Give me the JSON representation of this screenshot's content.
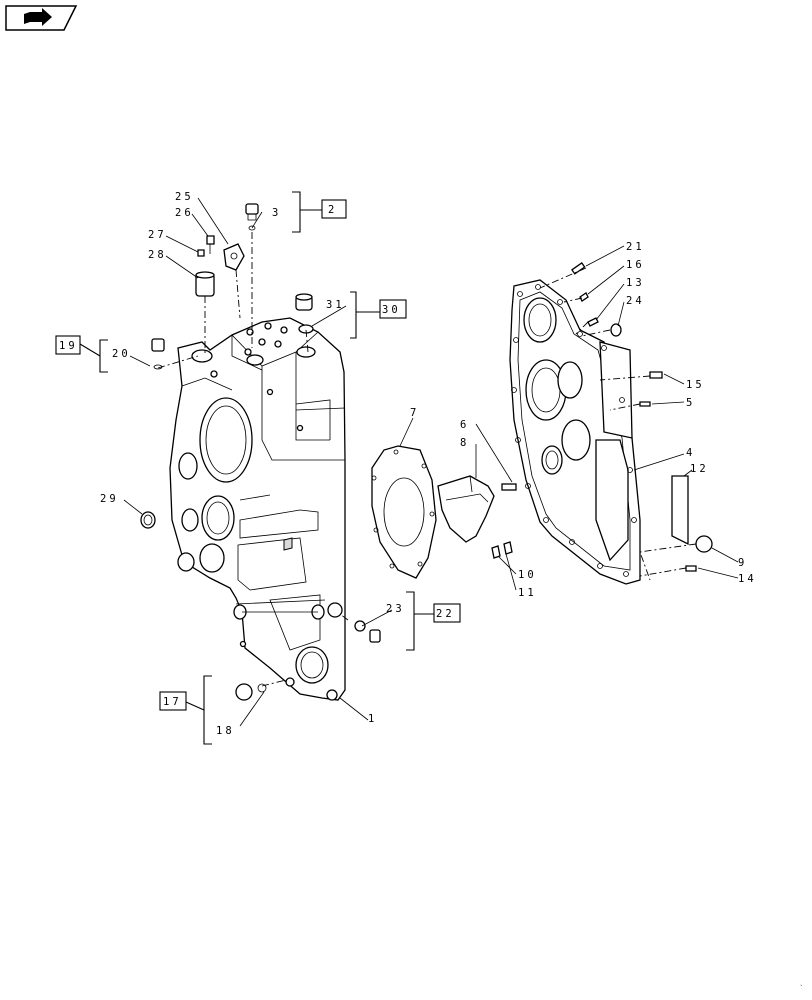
{
  "nav": {
    "icon": "forward-arrow-icon"
  },
  "callouts": {
    "c1": "1",
    "c2": "2",
    "c3": "3",
    "c4": "4",
    "c5": "5",
    "c6": "6",
    "c7": "7",
    "c8": "8",
    "c9": "9",
    "c10": "10",
    "c11": "11",
    "c12": "12",
    "c13": "13",
    "c14": "14",
    "c15": "15",
    "c16": "16",
    "c17": "17",
    "c18": "18",
    "c19": "19",
    "c20": "20",
    "c21": "21",
    "c22": "22",
    "c23": "23",
    "c24": "24",
    "c25": "25",
    "c26": "26",
    "c27": "27",
    "c28": "28",
    "c29": "29",
    "c30": "30",
    "c31": "31"
  }
}
